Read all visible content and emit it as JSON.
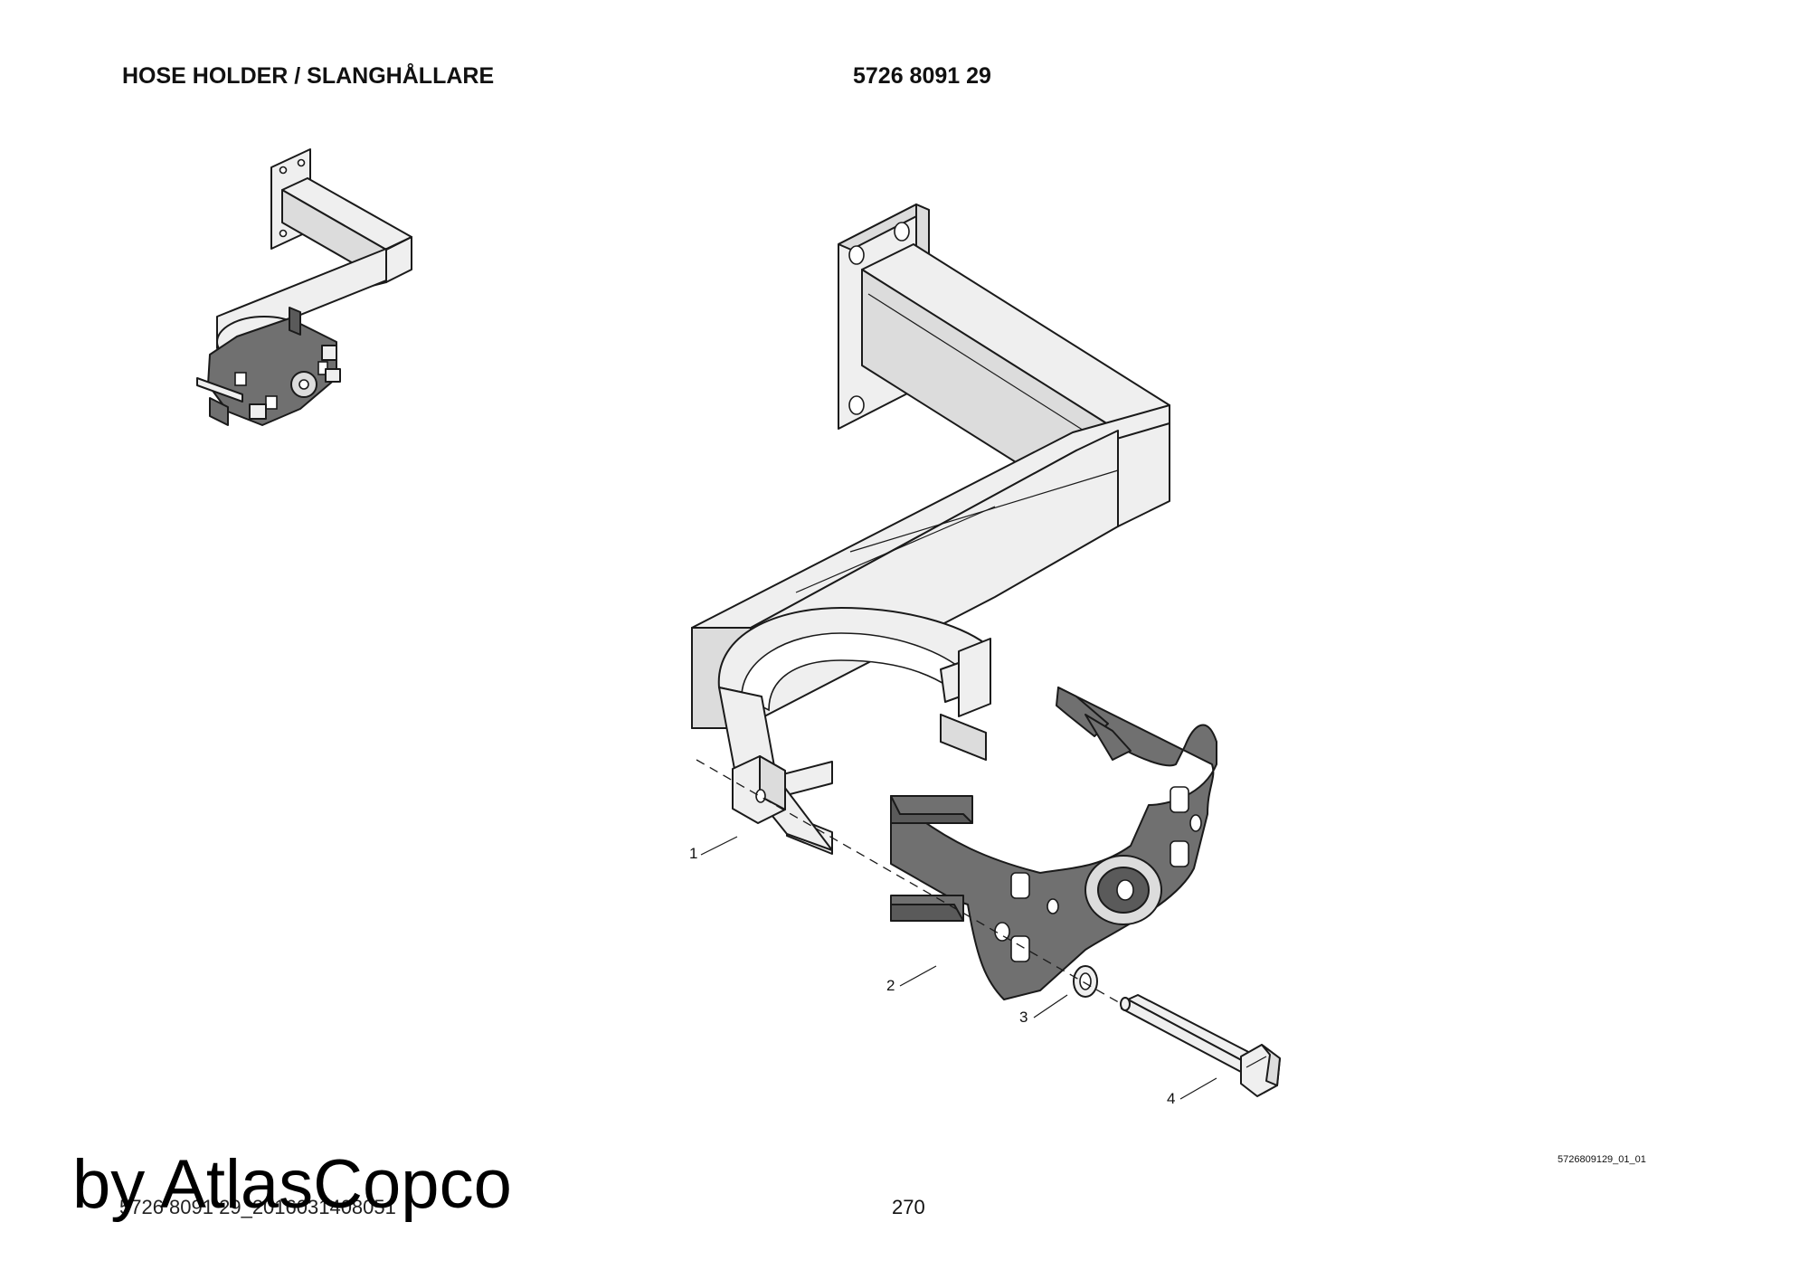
{
  "header": {
    "title": "HOSE HOLDER / SLANGHÅLLARE",
    "part_number": "5726 8091 29"
  },
  "callouts": [
    {
      "id": "callout-1",
      "label": "1"
    },
    {
      "id": "callout-2",
      "label": "2"
    },
    {
      "id": "callout-3",
      "label": "3"
    },
    {
      "id": "callout-4",
      "label": "4"
    }
  ],
  "drawing_reference": "5726809129_01_01",
  "footer": {
    "document_id": "5726 8091 29_2016031408051",
    "page_number": "270",
    "watermark": "by AtlasCopco"
  },
  "colors": {
    "part_light": "#efefef",
    "part_dark": "#707070",
    "outline": "#1a1a1a"
  }
}
